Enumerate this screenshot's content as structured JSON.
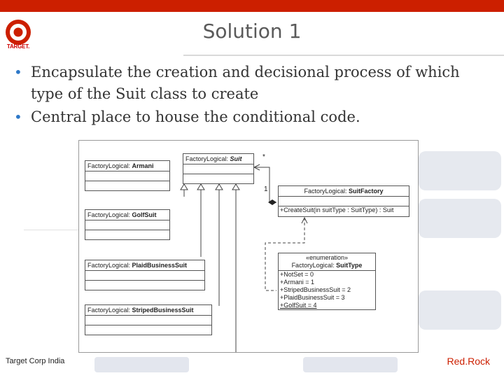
{
  "brand": {
    "logo_text": "TARGET.",
    "accent": "#cc1f00"
  },
  "slide": {
    "title": "Solution 1",
    "bullets": [
      "Encapsulate the creation and decisional process of which type of the Suit class to create",
      "Central place to house the conditional code."
    ]
  },
  "diagram": {
    "classes": {
      "armani": {
        "prefix": "FactoryLogical: ",
        "name": "Armani"
      },
      "golf": {
        "prefix": "FactoryLogical: ",
        "name": "GolfSuit"
      },
      "plaid": {
        "prefix": "FactoryLogical: ",
        "name": "PlaidBusinessSuit"
      },
      "striped": {
        "prefix": "FactoryLogical: ",
        "name": "StripedBusinessSuit"
      },
      "suit": {
        "prefix": "FactoryLogical: ",
        "name": "Suit"
      },
      "factory": {
        "prefix": "FactoryLogical: ",
        "name": "SuitFactory",
        "method": "+CreateSuit(in suitType : SuitType) : Suit"
      },
      "suittype": {
        "stereotype": "«enumeration»",
        "prefix": "FactoryLogical: ",
        "name": "SuitType",
        "values": [
          "+NotSet = 0",
          "+Armani = 1",
          "+StripedBusinessSuit = 2",
          "+PlaidBusinessSuit = 3",
          "+GolfSuit = 4"
        ]
      }
    },
    "multiplicity_many": "*",
    "multiplicity_one": "1"
  },
  "footer": {
    "left": "Target Corp India",
    "right": "Red.Rock"
  }
}
